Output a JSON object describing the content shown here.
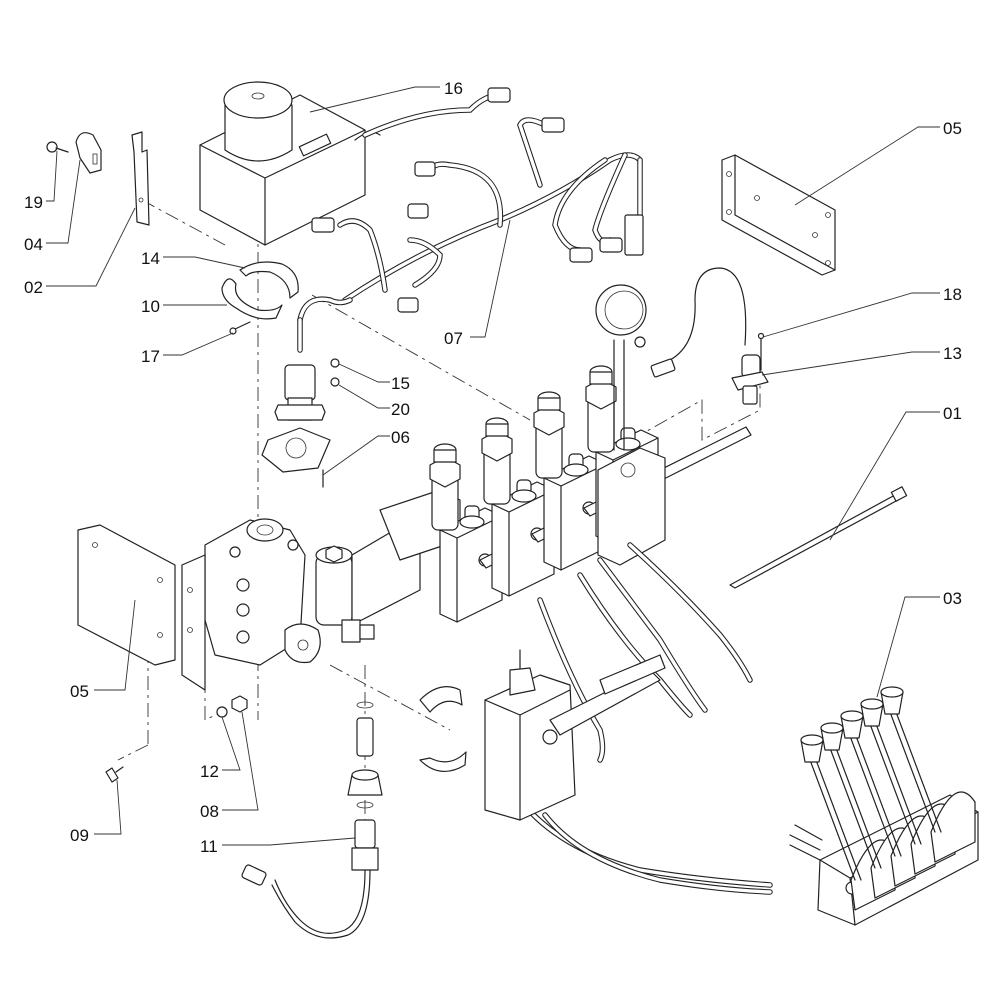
{
  "diagram": {
    "type": "exploded-parts-diagram",
    "subject": "hydraulic valve bank assembly with pump, wiring harness, sensors and control levers",
    "line_color": "#222222",
    "background": "#ffffff"
  },
  "callouts": [
    {
      "id": "c16",
      "label": "16",
      "part": "pump-motor-unit"
    },
    {
      "id": "c19",
      "label": "19",
      "part": "screw"
    },
    {
      "id": "c04",
      "label": "04",
      "part": "cable-clamp"
    },
    {
      "id": "c02",
      "label": "02",
      "part": "small-bracket-plate"
    },
    {
      "id": "c14",
      "label": "14",
      "part": "clamp-ring-upper"
    },
    {
      "id": "c10",
      "label": "10",
      "part": "clamp-ring-lower"
    },
    {
      "id": "c17",
      "label": "17",
      "part": "clamp-screw"
    },
    {
      "id": "c07",
      "label": "07",
      "part": "wiring-harness"
    },
    {
      "id": "c05a",
      "label": "05",
      "part": "mounting-bracket-right"
    },
    {
      "id": "c18",
      "label": "18",
      "part": "sensor-screw"
    },
    {
      "id": "c13",
      "label": "13",
      "part": "speed-sensor"
    },
    {
      "id": "c15",
      "label": "15",
      "part": "washer"
    },
    {
      "id": "c20",
      "label": "20",
      "part": "lock-washer"
    },
    {
      "id": "c06",
      "label": "06",
      "part": "solenoid-screw"
    },
    {
      "id": "c01",
      "label": "01",
      "part": "cable-tie"
    },
    {
      "id": "c03",
      "label": "03",
      "part": "control-lever-block"
    },
    {
      "id": "c05b",
      "label": "05",
      "part": "mounting-bracket-left"
    },
    {
      "id": "c12",
      "label": "12",
      "part": "washer"
    },
    {
      "id": "c08",
      "label": "08",
      "part": "nut"
    },
    {
      "id": "c09",
      "label": "09",
      "part": "bolt"
    },
    {
      "id": "c11",
      "label": "11",
      "part": "pressure-sensor"
    }
  ],
  "lever_block": {
    "lever_count": 5
  },
  "valve_bank": {
    "section_count": 4,
    "extra_section_count": 1
  }
}
